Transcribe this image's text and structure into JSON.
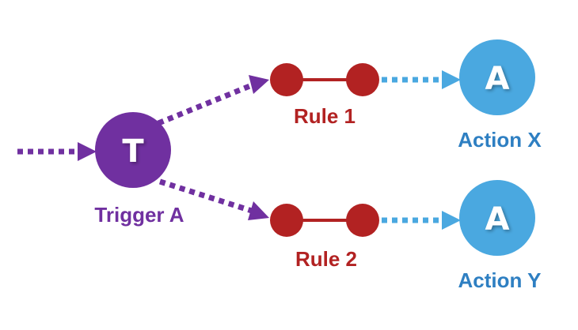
{
  "colors": {
    "trigger": "#7030a0",
    "rule": "#b22222",
    "action": "#4aa8e0",
    "action_label": "#2e7fc2"
  },
  "trigger": {
    "letter": "T",
    "label": "Trigger A"
  },
  "rules": [
    {
      "label": "Rule 1"
    },
    {
      "label": "Rule 2"
    }
  ],
  "actions": [
    {
      "letter": "A",
      "label": "Action X"
    },
    {
      "letter": "A",
      "label": "Action Y"
    }
  ]
}
